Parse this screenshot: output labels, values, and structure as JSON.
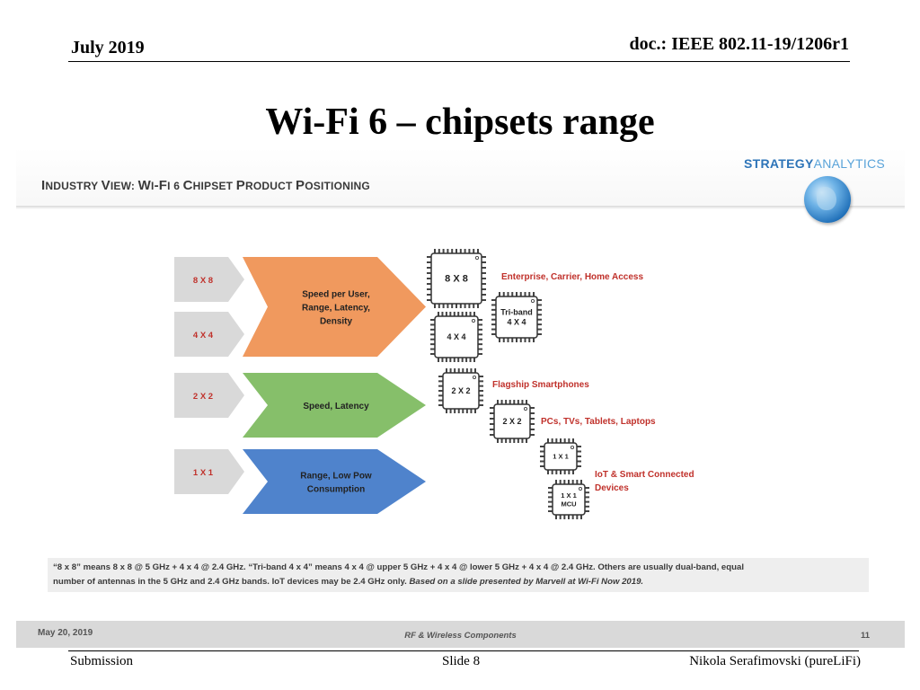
{
  "header": {
    "date": "July 2019",
    "doc": "doc.: IEEE 802.11-19/1206r1"
  },
  "title": "Wi-Fi 6 – chipsets range",
  "slide": {
    "heading_parts": [
      "I",
      "NDUSTRY ",
      "V",
      "IEW: ",
      "W",
      "I",
      "-F",
      "I 6 ",
      "C",
      "HIPSET ",
      "P",
      "RODUCT ",
      "P",
      "OSITIONING"
    ],
    "brand_strong": "STRATEGY",
    "brand_light": "ANALYTICS",
    "tiers": [
      {
        "inputs": [
          "8 X 8",
          "4 X 4"
        ],
        "text": [
          "Speed per User,",
          "Range, Latency,",
          "Density"
        ],
        "color": "#f0995e"
      },
      {
        "inputs": [
          "2 X 2"
        ],
        "text": [
          "Speed, Latency"
        ],
        "color": "#86bf6a"
      },
      {
        "inputs": [
          "1 X 1"
        ],
        "text": [
          "Range, Low Pow",
          "Consumption"
        ],
        "color": "#4f83cc"
      }
    ],
    "chips": [
      {
        "lines": [
          "8 X 8"
        ]
      },
      {
        "lines": [
          "4 X 4"
        ]
      },
      {
        "lines": [
          "Tri-band",
          "4 X 4"
        ]
      },
      {
        "lines": [
          "2 X 2"
        ]
      },
      {
        "lines": [
          "2 X 2"
        ]
      },
      {
        "lines": [
          "1 X 1"
        ]
      },
      {
        "lines": [
          "1 X 1",
          "MCU"
        ]
      }
    ],
    "segments": [
      {
        "lines": [
          "Enterprise, Carrier,  Home Access"
        ]
      },
      {
        "lines": [
          "Flagship Smartphones"
        ]
      },
      {
        "lines": [
          "PCs, TVs, Tablets, Laptops"
        ]
      },
      {
        "lines": [
          "IoT & Smart Connected",
          "Devices"
        ]
      }
    ],
    "footnote_line1": "“8 x 8” means 8 x 8 @ 5 GHz + 4 x 4 @ 2.4 GHz.  “Tri-band 4 x 4” means 4 x 4 @ upper 5 GHz + 4 x 4 @ lower 5 GHz + 4 x 4 @ 2.4 GHz.  Others are usually dual-band, equal",
    "footnote_line2": "number of antennas in the 5 GHz and 2.4 GHz bands.  IoT devices may be 2.4 GHz only.  ",
    "footnote_italic": "Based on a slide presented by Marvell at Wi-Fi Now 2019.",
    "foot_date": "May 20, 2019",
    "foot_center": "RF & Wireless Components",
    "foot_page": "11",
    "colors": {
      "accent_red": "#c0312b",
      "gray_input": "#d9d9d9"
    }
  },
  "footer": {
    "left": "Submission",
    "center": "Slide 8",
    "right": "Nikola Serafimovski (pureLiFi)"
  }
}
